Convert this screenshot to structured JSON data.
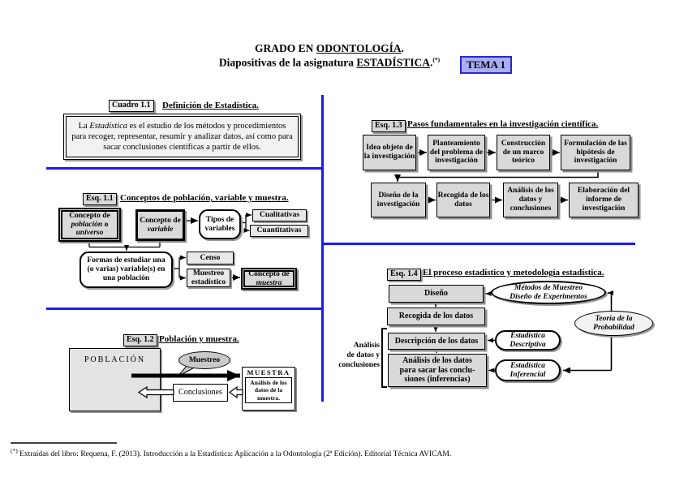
{
  "header": {
    "line1_prefix": "GRADO EN ",
    "line1_underlined": "ODONTOLOGÍA",
    "line1_suffix": ".",
    "line2_prefix": "Diapositivas de la asignatura ",
    "line2_underlined": "ESTADÍSTICA",
    "line2_suffix": ".",
    "line2_superscript": "(*)",
    "tema_badge": "TEMA 1"
  },
  "colors": {
    "divider_blue": "#1a1aee",
    "tema_background": "#a9aef5",
    "tema_border": "#2929cc",
    "box_gray": "#d9d9d9",
    "bubble_gray": "#c9c9c9"
  },
  "cuadro11": {
    "label": "Cuadro 1.1",
    "heading": "Definición de Estadística.",
    "def_part1": "La ",
    "def_italic": "Estadística",
    "def_part2": " es el estudio de los métodos y procedimientos para recoger, representar, resumir y analizar datos, así como para sacar conclusiones científicas a partir de ellos."
  },
  "esq11": {
    "label": "Esq. 1.1",
    "heading": "Conceptos de población, variable y muestra.",
    "poblacion_line1": "Concepto de",
    "poblacion_italic1": "población",
    "poblacion_mid": " o",
    "poblacion_italic2": "universo",
    "variable_line1": "Concepto de",
    "variable_italic": "variable",
    "tipos": "Tipos de variables",
    "cualitativas": "Cualitativas",
    "cuantitativas": "Cuantitativas",
    "formas": "Formas de estudiar una (o varias) variable(s) en una población",
    "censo": "Censo",
    "muestreo": "Muestreo estadístico",
    "muestra_line1": "Concepto de",
    "muestra_italic": "muestra"
  },
  "esq12": {
    "label": "Esq. 1.2",
    "heading": "Población y muestra.",
    "poblacion": "POBLACIÓN",
    "bubble": "Muestreo",
    "muestra_title": "MUESTRA",
    "muestra_sub": "Análisis de los datos de la muestra.",
    "conclusiones": "Conclusiones"
  },
  "esq13": {
    "label": "Esq. 1.3",
    "heading": "Pasos fundamentales en la investigación científica.",
    "row1": [
      "Idea objeto de la investigación",
      "Planteamiento del problema de investigación",
      "Construcción de un marco teórico",
      "Formulación de las hipótesis de investigación"
    ],
    "row2": [
      "Diseño de la investigación",
      "Recogida de los datos",
      "Análisis de los datos y conclusiones",
      "Elaboración del informe de investigación"
    ]
  },
  "esq14": {
    "label": "Esq. 1.4",
    "heading": "El proceso estadístico y metodología estadística.",
    "diseno": "Diseño",
    "recogida": "Recogida de los datos",
    "descripcion": "Descripción de los datos",
    "analisis_line1": "Análisis de los datos",
    "analisis_line2": "para sacar las conclu-",
    "analisis_line3": "siones (inferencias)",
    "metodos_line1": "Métodos de Muestreo",
    "metodos_line2": "Diseño de Experimentos",
    "teoria_line1": "Teoría de la",
    "teoria_line2": "Probabilidad",
    "descriptiva_line1": "Estadística",
    "descriptiva_line2": "Descriptiva",
    "inferencial_line1": "Estadística",
    "inferencial_line2": "Inferencial",
    "side_line1": "Análisis",
    "side_line2": "de datos y",
    "side_line3": "conclusiones"
  },
  "footer": {
    "marker": "(*)",
    "text": " Extraídas del libro: Requena, F. (2013). Introducción a la Estadística: Aplicación a la Odontología (2ª Edición). Editorial Técnica AVICAM."
  }
}
